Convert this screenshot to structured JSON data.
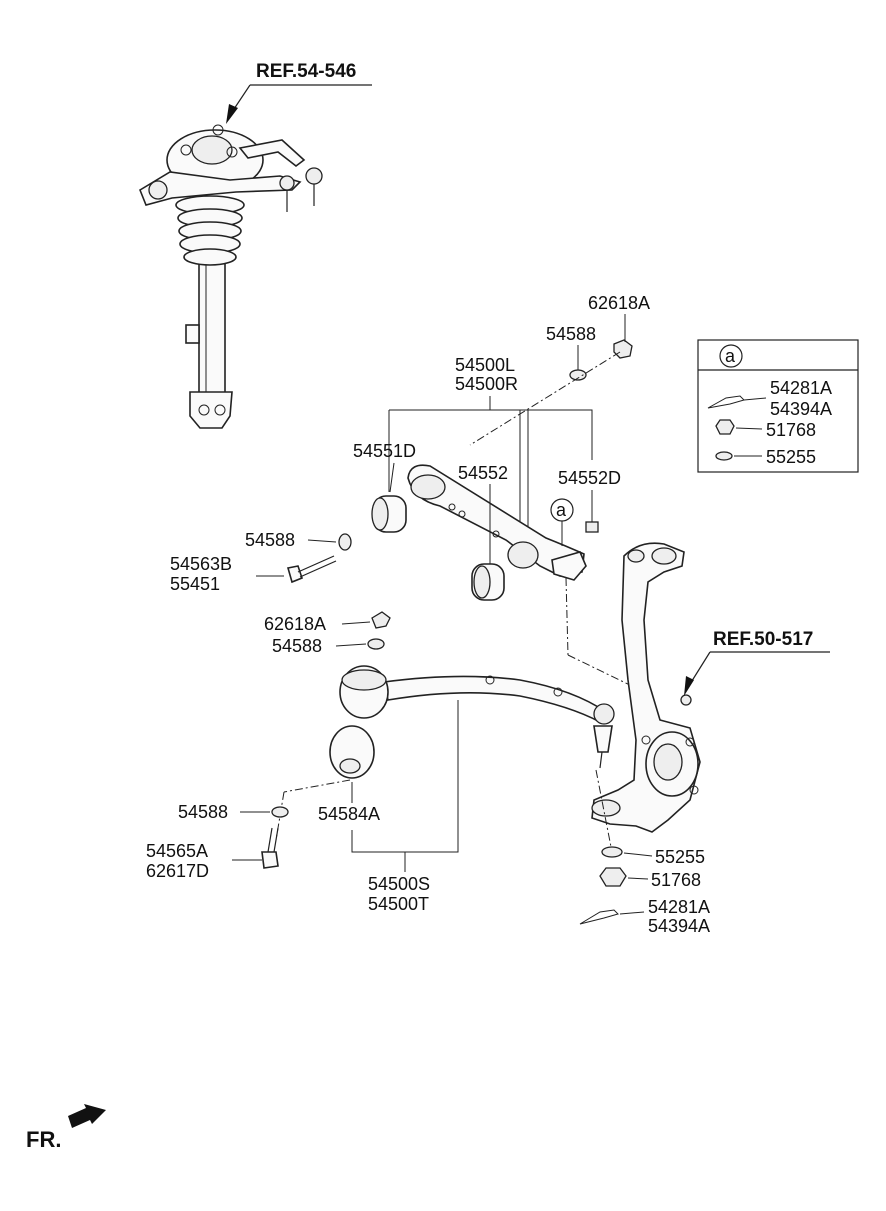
{
  "references": {
    "strut": "REF.54-546",
    "knuckle": "REF.50-517"
  },
  "direction": "FR.",
  "legend": {
    "marker": "a",
    "rows": [
      {
        "icon": "cotter-pin",
        "codes": [
          "54281A",
          "54394A"
        ]
      },
      {
        "icon": "castle-nut",
        "code": "51768"
      },
      {
        "icon": "washer",
        "code": "55255"
      }
    ]
  },
  "upper_arm": {
    "nut": "62618A",
    "washer": "54588",
    "assembly": [
      "54500L",
      "54500R"
    ],
    "bushing_front": "54551D",
    "bushing_rear": "54552",
    "ball_joint": "54552D",
    "marker": "a",
    "bolt_washer": "54588",
    "bolt": [
      "54563B",
      "55451"
    ]
  },
  "lower_arm": {
    "nut": "62618A",
    "washer_top": "54588",
    "bushing": "54584A",
    "washer_bottom": "54588",
    "bolt": [
      "54565A",
      "62617D"
    ],
    "assembly": [
      "54500S",
      "54500T"
    ]
  },
  "knuckle_hardware": {
    "washer": "55255",
    "nut": "51768",
    "cotter_pin": [
      "54281A",
      "54394A"
    ]
  }
}
